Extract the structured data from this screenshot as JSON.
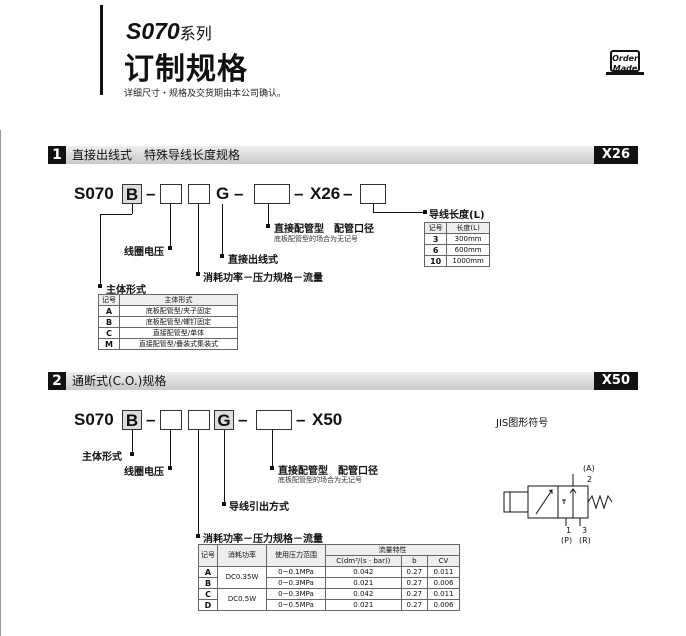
{
  "header": {
    "series_code": "S070",
    "series_suffix": "系列",
    "title": "订制规格",
    "note": "详细尺寸・规格及交货期由本公司确认。",
    "badge_line1": "Order",
    "badge_line2": "Made"
  },
  "section1": {
    "number": "1",
    "title": "直接出线式　特殊导线长度规格",
    "code": "X26",
    "model": {
      "prefix": "S070",
      "b": "B",
      "g": "G",
      "suffix": "X26",
      "dash": "–"
    },
    "labels": {
      "coil_voltage": "线圈电压",
      "direct_wire": "直接出线式",
      "piping": "直接配管型　配管口径",
      "piping_note": "底板配管型的场合为无记号",
      "power": "消耗功率－压力规格－流量",
      "body": "主体形式",
      "lead": "导线长度(L)"
    },
    "lead_table": {
      "headers": [
        "记号",
        "长度(L)"
      ],
      "rows": [
        [
          "3",
          "300mm"
        ],
        [
          "6",
          "600mm"
        ],
        [
          "10",
          "1000mm"
        ]
      ]
    },
    "body_table": {
      "headers": [
        "记号",
        "主体形式"
      ],
      "rows": [
        [
          "A",
          "底板配管型/夹子固定"
        ],
        [
          "B",
          "底板配管型/螺钉固定"
        ],
        [
          "C",
          "直接配管型/单体"
        ],
        [
          "M",
          "直接配管型/叠装式集装式"
        ]
      ]
    }
  },
  "section2": {
    "number": "2",
    "title": "通断式(C.O.)规格",
    "code": "X50",
    "model": {
      "prefix": "S070",
      "b": "B",
      "g": "G",
      "suffix": "X50",
      "dash": "–"
    },
    "labels": {
      "body": "主体形式",
      "coil_voltage": "线圈电压",
      "piping": "直接配管型　配管口径",
      "piping_note": "底板配管型的场合为无记号",
      "wire": "导线引出方式",
      "power": "消耗功率－压力规格－流量",
      "jis": "JIS图形符号"
    },
    "symbol": {
      "a": "(A)",
      "two": "2",
      "one": "1",
      "three": "3",
      "p": "(P)",
      "r": "(R)"
    },
    "flow_table": {
      "h_code": "记号",
      "h_power": "消耗功率",
      "h_pressure": "使用压力范围",
      "h_flow": "流量特性",
      "h_c": "C(dm³/(s · bar))",
      "h_b": "b",
      "h_cv": "CV",
      "rows": [
        {
          "code": "A",
          "power": "DC0.35W",
          "pressure": "0~0.1MPa",
          "c": "0.042",
          "b": "0.27",
          "cv": "0.011"
        },
        {
          "code": "B",
          "power": "",
          "pressure": "0~0.3MPa",
          "c": "0.021",
          "b": "0.27",
          "cv": "0.006"
        },
        {
          "code": "C",
          "power": "DC0.5W",
          "pressure": "0~0.3MPa",
          "c": "0.042",
          "b": "0.27",
          "cv": "0.011"
        },
        {
          "code": "D",
          "power": "",
          "pressure": "0~0.5MPa",
          "c": "0.021",
          "b": "0.27",
          "cv": "0.006"
        }
      ]
    }
  }
}
